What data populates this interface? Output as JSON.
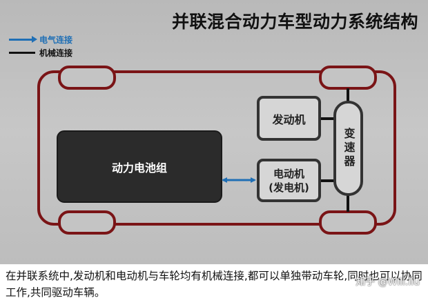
{
  "title": "并联混合动力车型动力系统结构",
  "legend": {
    "electrical": "电气连接",
    "mechanical": "机械连接"
  },
  "components": {
    "battery": "动力电池组",
    "engine": "发动机",
    "motor_line1": "电动机",
    "motor_line2": "(发电机)",
    "transmission": "变速器"
  },
  "caption": "在并联系统中,发动机和电动机与车轮均有机械连接,都可以单独带动车轮,同时也可以协同工作,共同驱动车辆。",
  "watermark": "知乎 @Will.liu",
  "colors": {
    "chassis": "#7a1416",
    "electrical": "#1f6fb5",
    "mechanical": "#111111",
    "battery_fill": "#2b2b2b",
    "box_fill": "#d6d6d6"
  }
}
